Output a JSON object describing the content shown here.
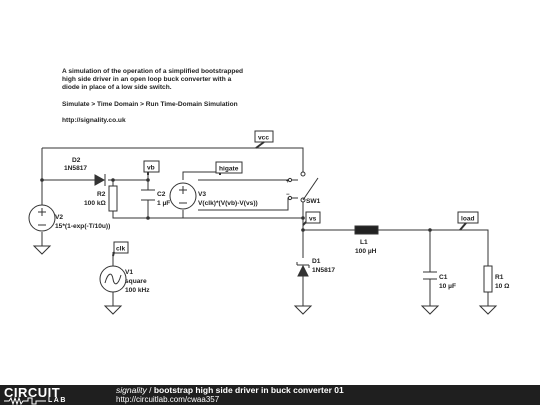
{
  "description": {
    "lines": [
      "A simulation of the operation of a simplified bootstrapped",
      "high side driver in an open loop buck converter with a",
      "diode in place of a low side switch.",
      "",
      "Simulate > Time Domain > Run Time-Domain Simulation",
      "",
      "http://signality.co.uk"
    ]
  },
  "nodes": {
    "vcc": "vcc",
    "vb": "vb",
    "higate": "higate",
    "vs": "vs",
    "load": "load",
    "clk": "clk"
  },
  "components": {
    "D2": {
      "name": "D2",
      "value": "1N5817"
    },
    "R2": {
      "name": "R2",
      "value": "100 kΩ"
    },
    "C2": {
      "name": "C2",
      "value": "1 µF"
    },
    "V3": {
      "name": "V3",
      "value": "V(clk)*(V(vb)-V(vs))"
    },
    "SW1": {
      "name": "SW1"
    },
    "V2": {
      "name": "V2",
      "value": "15*(1-exp(-T/10u))"
    },
    "L1": {
      "name": "L1",
      "value": "100 µH"
    },
    "D1": {
      "name": "D1",
      "value": "1N5817"
    },
    "C1": {
      "name": "C1",
      "value": "10 µF"
    },
    "R1": {
      "name": "R1",
      "value": "10 Ω"
    },
    "V1": {
      "name": "V1",
      "type": "square",
      "value": "100 kHz"
    }
  },
  "footer": {
    "logo_top": "CIRCUIT",
    "logo_bottom": "LAB",
    "author": "signality",
    "separator": " / ",
    "title": "bootstrap high side driver in buck converter 01",
    "url": "http://circuitlab.com/cwaa357"
  },
  "colors": {
    "wire": "#333333",
    "footer_bg": "#1f1f1f",
    "inductor": "#222222"
  }
}
